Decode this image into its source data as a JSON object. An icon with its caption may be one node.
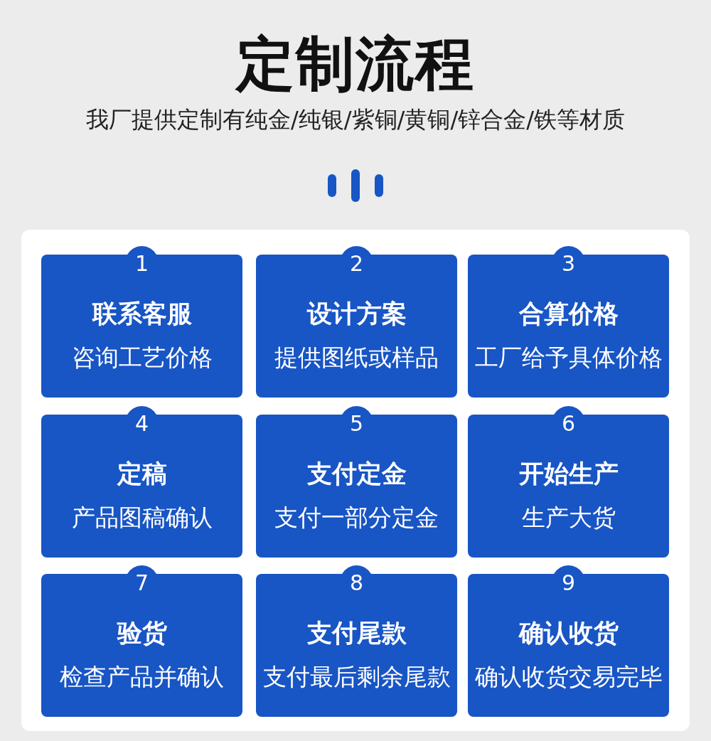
{
  "diagram": {
    "title": "定制流程",
    "nodes": [
      {
        "text": [
          "1",
          "联系客服",
          "咨询工艺价格"
        ]
      },
      {
        "text": [
          "2",
          "设计方案",
          "提供图纸或样品"
        ]
      },
      {
        "text": [
          "3",
          "合算价格",
          "工厂给予具体价格"
        ]
      },
      {
        "text": [
          "4",
          "定稿",
          "产品图稿确认"
        ]
      },
      {
        "text": [
          "5",
          "支付定金",
          "支付一部分定金"
        ]
      },
      {
        "text": [
          "6",
          "开始生产",
          "生产大货"
        ]
      },
      {
        "text": [
          "7",
          "验货",
          "检查产品并确认"
        ]
      },
      {
        "text": [
          "8",
          "支付尾款",
          "支付最后剩余尾款"
        ]
      },
      {
        "text": [
          "9",
          "确认收货",
          "确认收货交易完毕"
        ]
      }
    ],
    "labels": [
      "我厂提供定制有纯金/纯银/紫铜/黄铜/锌合金/铁等材质"
    ]
  }
}
